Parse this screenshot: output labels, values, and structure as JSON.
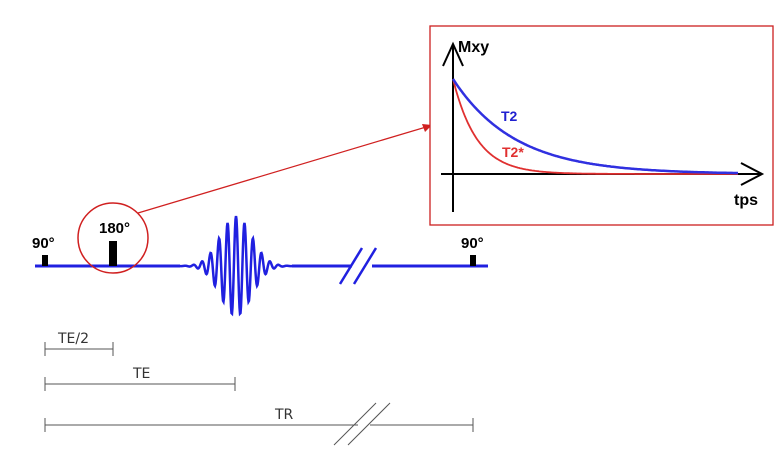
{
  "colors": {
    "sequence_line": "#2020e0",
    "t2_curve": "#3030e0",
    "t2star_curve": "#e03030",
    "highlight": "#d02020",
    "pulse": "#000000",
    "axis": "#000000",
    "timing": "#555555"
  },
  "sequence": {
    "pulse_labels": [
      "90°",
      "180°",
      "90°"
    ]
  },
  "timing": {
    "te_half_label": "TE/2",
    "te_label": "TE",
    "tr_label": "TR"
  },
  "inset": {
    "y_axis_label": "Mxy",
    "x_axis_label": "tps",
    "curve_labels": {
      "t2": "T2",
      "t2star": "T2*"
    }
  }
}
